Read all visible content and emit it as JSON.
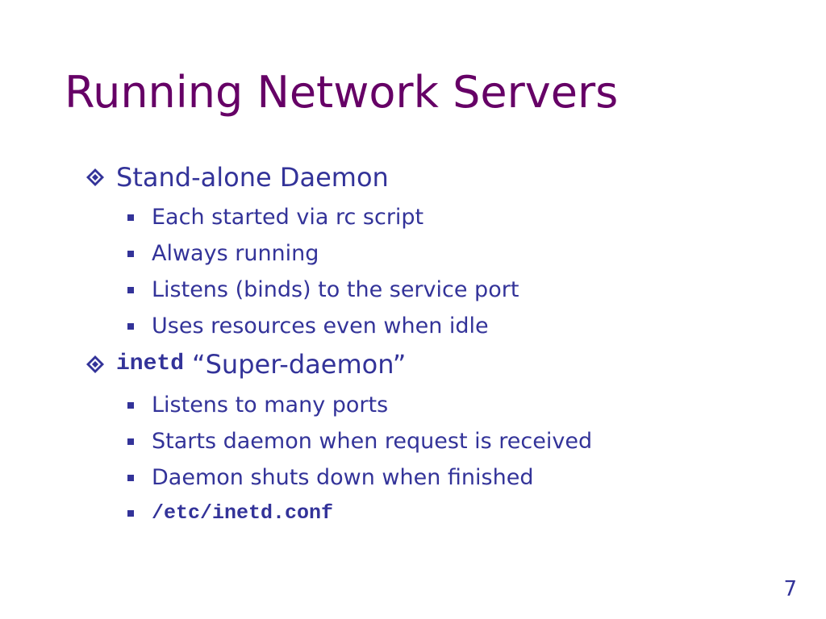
{
  "slide": {
    "title": "Running Network Servers",
    "page_number": "7",
    "sections": [
      {
        "code": "",
        "heading": "Stand-alone Daemon",
        "items": [
          "Each started via rc script",
          "Always running",
          "Listens (binds) to the service port",
          "Uses resources even when idle"
        ]
      },
      {
        "code": "inetd",
        "heading": "“Super-daemon”",
        "items": [
          "Listens to many ports",
          "Starts daemon when request is received",
          "Daemon shuts down when finished"
        ],
        "code_item": "/etc/inetd.conf"
      }
    ]
  },
  "colors": {
    "title": "#660066",
    "body": "#333399",
    "background": "#ffffff"
  },
  "icons": {
    "level1_bullet": "diamond-icon",
    "level2_bullet": "square-bullet-icon"
  }
}
